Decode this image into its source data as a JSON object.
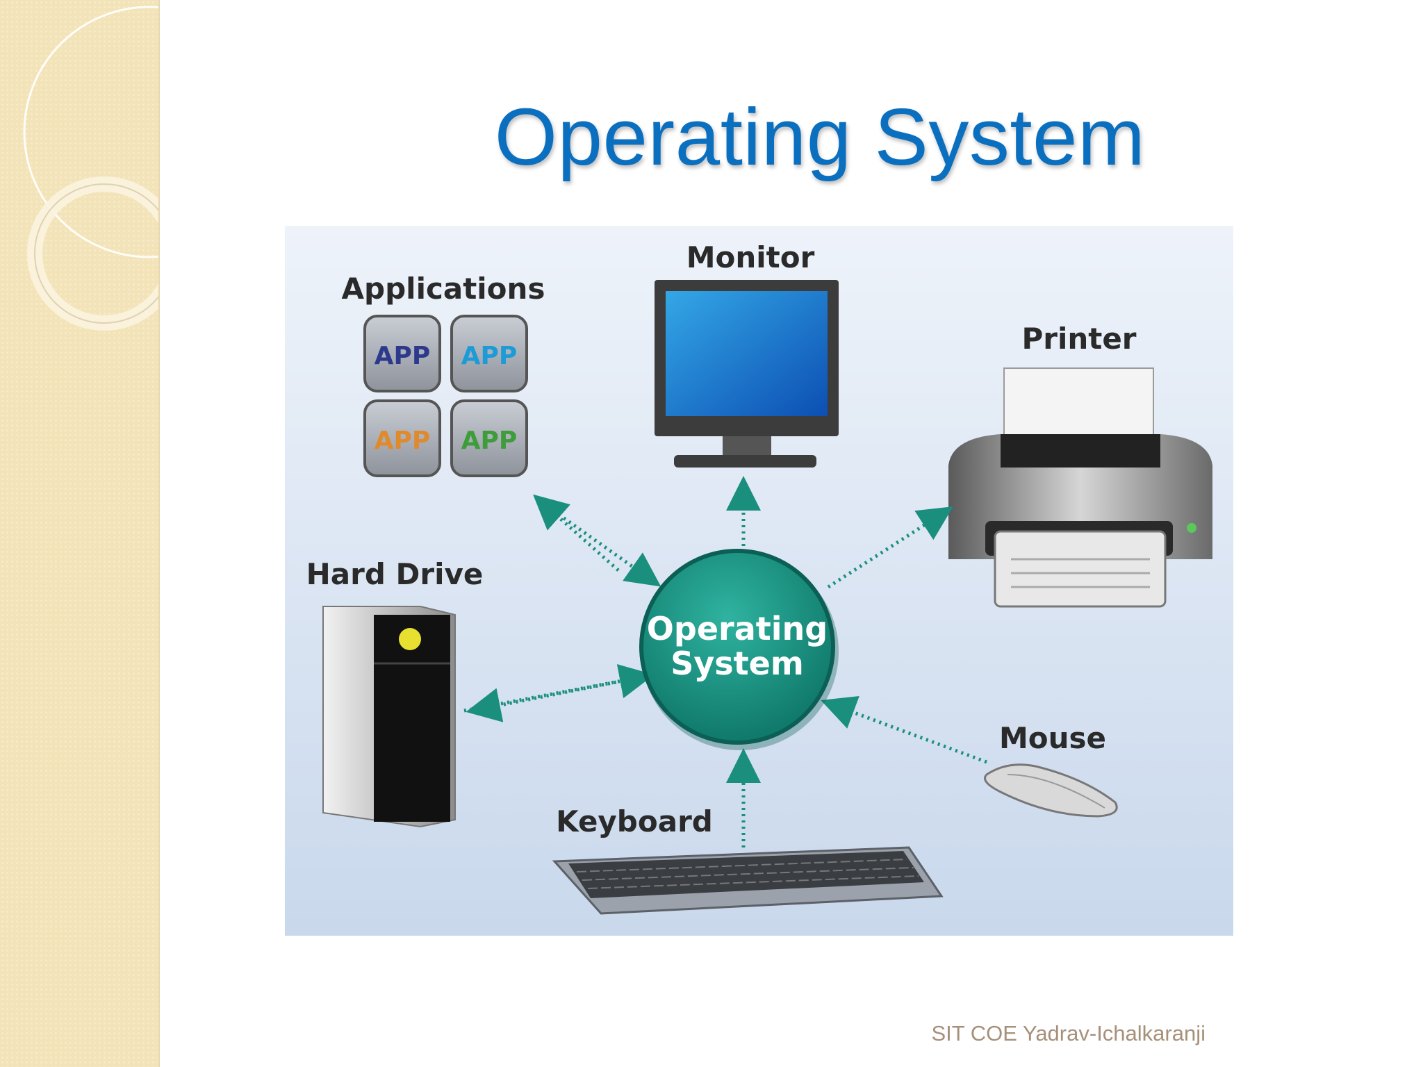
{
  "slide": {
    "title": "Operating System",
    "footer": "SIT COE Yadrav-Ichalkaranji"
  },
  "diagram": {
    "center": {
      "line1": "Operating",
      "line2": "System"
    },
    "labels": {
      "applications": "Applications",
      "monitor": "Monitor",
      "printer": "Printer",
      "hard_drive": "Hard Drive",
      "mouse": "Mouse",
      "keyboard": "Keyboard"
    },
    "app_icon_text": "APP",
    "app_colors": [
      "#2d3a8c",
      "#1d9bd7",
      "#e08a2e",
      "#3e9d3a"
    ],
    "accent_color": "#1a8f7d",
    "title_color": "#0b6fbf"
  }
}
